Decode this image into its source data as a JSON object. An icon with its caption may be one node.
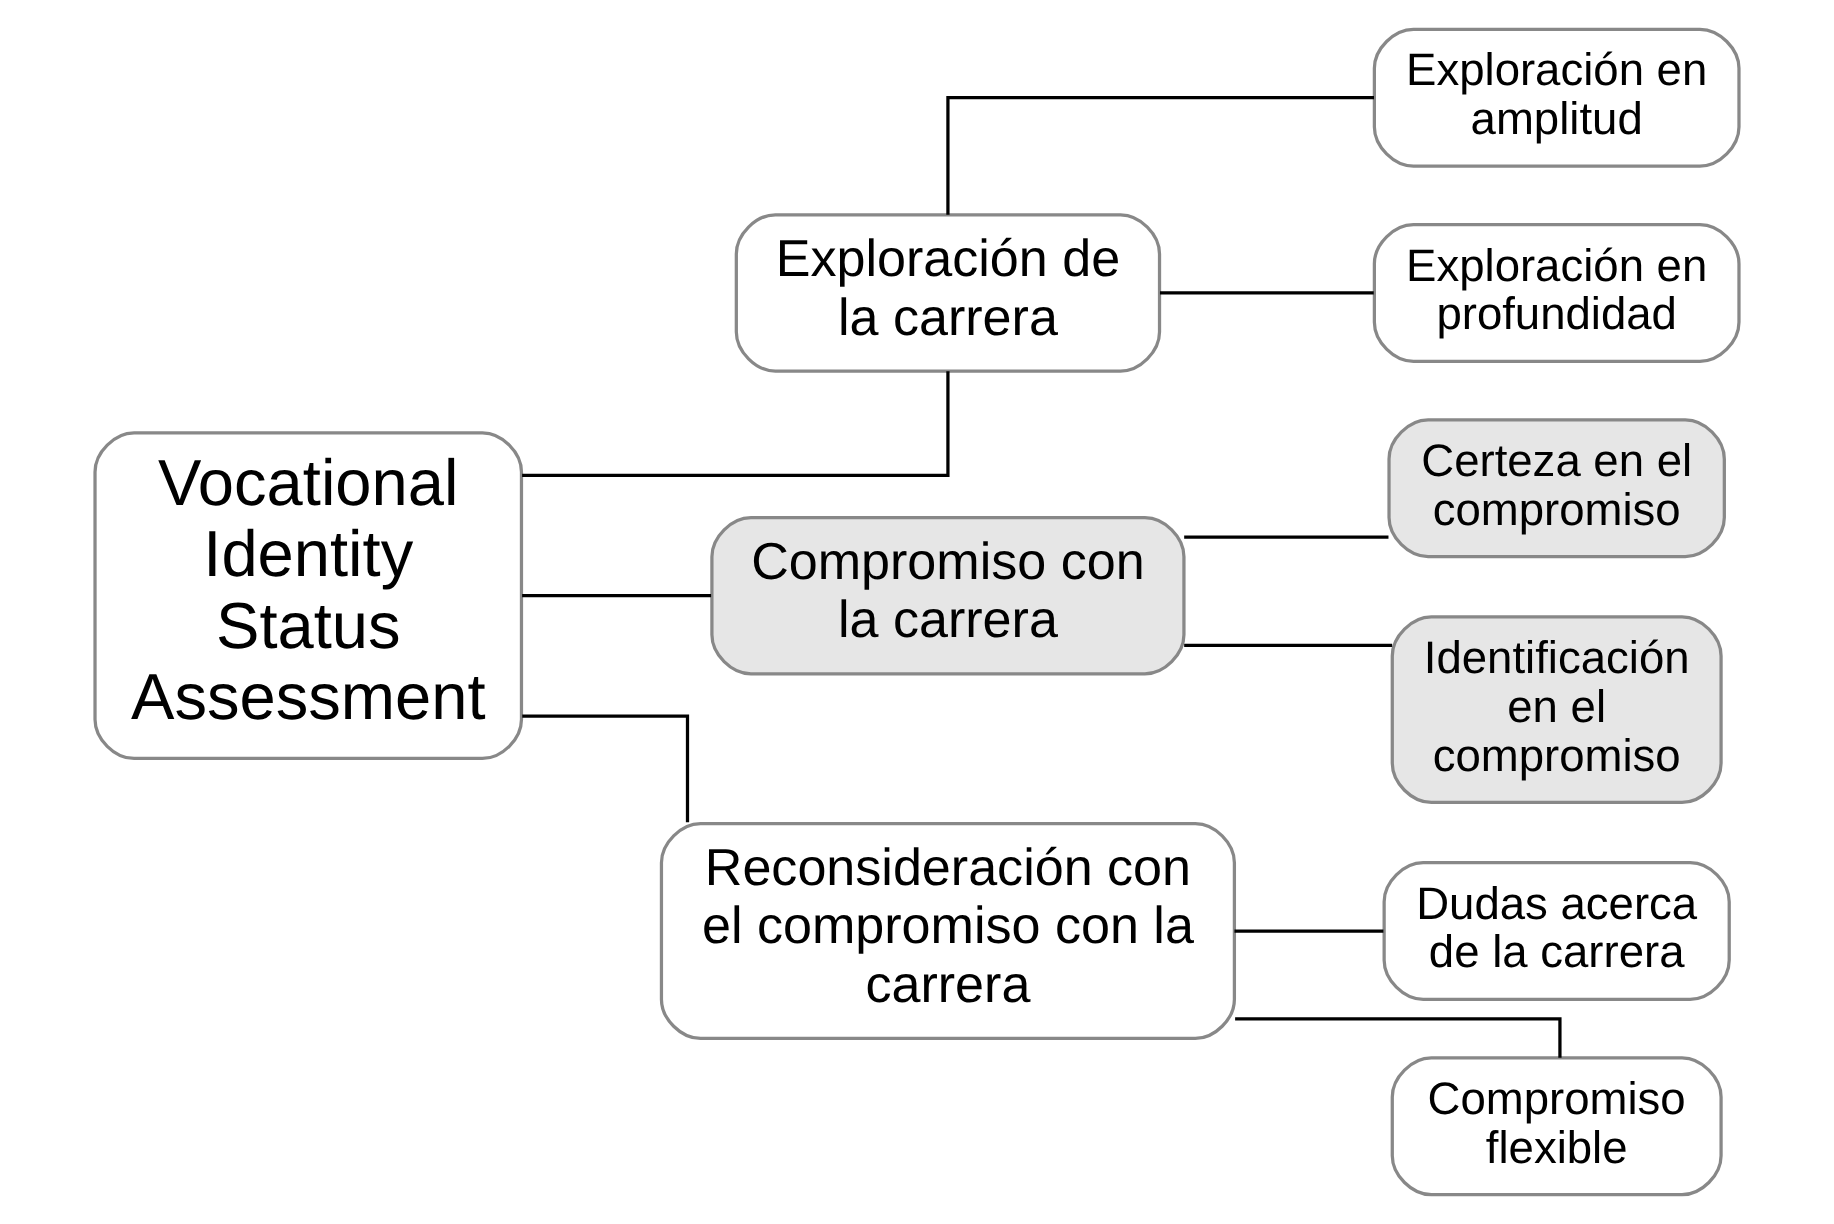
{
  "diagram": {
    "nodes": [
      {
        "text": [
          "Vocational Identity Status Assessment"
        ]
      },
      {
        "text": [
          "Exploración de la carrera"
        ]
      },
      {
        "text": [
          "Exploración en amplitud"
        ]
      },
      {
        "text": [
          "Exploración en profundidad"
        ]
      },
      {
        "text": [
          "Compromiso con la carrera"
        ]
      },
      {
        "text": [
          "Certeza en el compromiso"
        ]
      },
      {
        "text": [
          "Identificación en el compromiso"
        ]
      },
      {
        "text": [
          "Reconsideración con el compromiso con la carrera"
        ]
      },
      {
        "text": [
          "Dudas acerca de la carrera"
        ]
      },
      {
        "text": [
          "Compromiso flexible"
        ]
      }
    ],
    "edges": [
      {
        "from": 0,
        "to": 1,
        "arrow": "none"
      },
      {
        "from": 0,
        "to": 4,
        "arrow": "none"
      },
      {
        "from": 0,
        "to": 7,
        "arrow": "none"
      },
      {
        "from": 1,
        "to": 2,
        "arrow": "none"
      },
      {
        "from": 1,
        "to": 3,
        "arrow": "none"
      },
      {
        "from": 4,
        "to": 5,
        "arrow": "none"
      },
      {
        "from": 4,
        "to": 6,
        "arrow": "none"
      },
      {
        "from": 7,
        "to": 8,
        "arrow": "none"
      },
      {
        "from": 7,
        "to": 9,
        "arrow": "none"
      }
    ]
  }
}
